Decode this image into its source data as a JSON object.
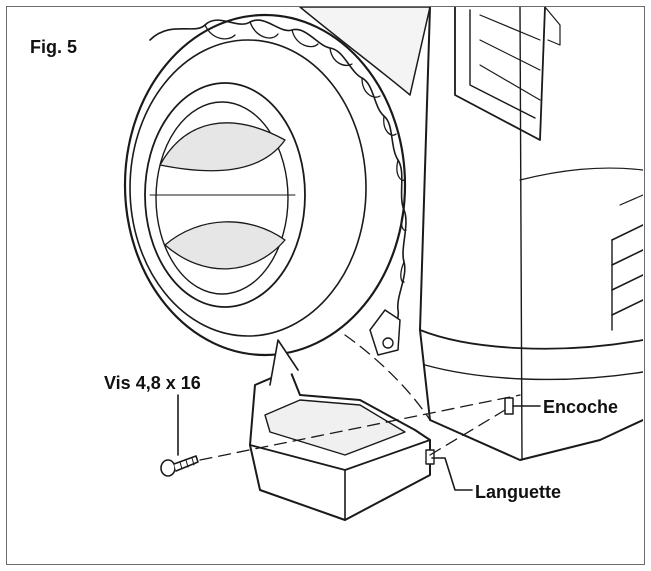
{
  "figure": {
    "title": "Fig. 5"
  },
  "callouts": {
    "screw": "Vis 4,8 x 16",
    "notch": "Encoche",
    "tab": "Languette"
  },
  "colors": {
    "line": "#1a1a1a",
    "frame": "#6b6b6b",
    "shade": "#e6e6e6",
    "background": "#ffffff"
  }
}
